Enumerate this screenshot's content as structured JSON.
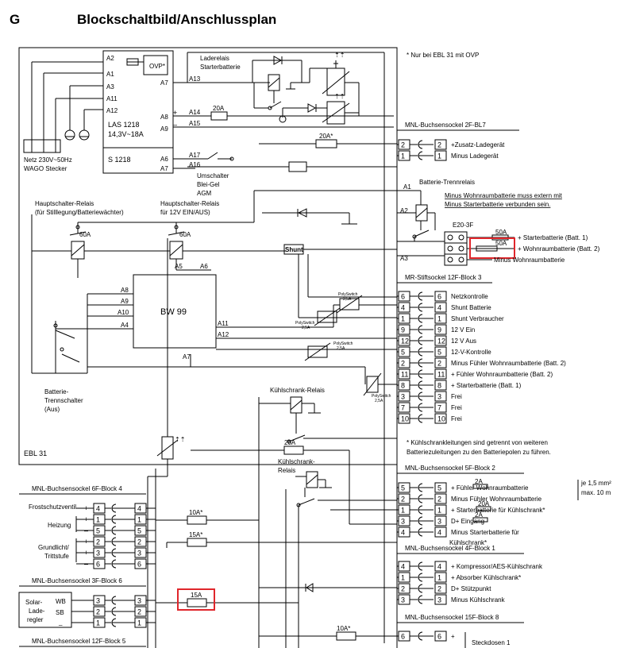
{
  "header": {
    "letter": "G",
    "title": "Blockschaltbild/Anschlussplan"
  },
  "notes": {
    "ebl_ovp": "* Nur bei EBL 31 mit OVP",
    "fridge1": "* Kühlschrankleitungen sind getrennt von weiteren",
    "fridge2": "Batteriezuleitungen zu den Batteriepolen zu führen.",
    "ext1": "Minus Wohnraumbatterie muss extern mit",
    "ext2": "Minus Starterbatterie verbunden sein.",
    "cable1": "je 1,5 mm²",
    "cable2": "max. 10 m"
  },
  "las": {
    "name": "LAS 1218",
    "spec": "14,3V~18A",
    "s1218": "S 1218",
    "ovp": "OVP*",
    "pins": [
      "A2",
      "A1",
      "A3",
      "A11",
      "A12",
      "A7",
      "A8",
      "A9",
      "A6",
      "A7"
    ]
  },
  "mains": {
    "line1": "Netz 230V~50Hz",
    "line2": "WAGO Stecker"
  },
  "ebl_pins": {
    "a13": "A13",
    "a14": "A14",
    "a15": "A15",
    "a17": "A17",
    "a16": "A16",
    "a5": "A5",
    "a6": "A6",
    "a8": "A8",
    "a9": "A9",
    "a10": "A10",
    "a4": "A4",
    "a11": "A11",
    "a12": "A12",
    "a7": "A7",
    "a1": "A1",
    "a2": "A2",
    "a3": "A3",
    "plus": "+",
    "minus": "–"
  },
  "labels": {
    "laderelais1": "Laderelais",
    "laderelais2": "Starterbatterie",
    "umschalter1": "Umschalter",
    "umschalter2": "Blei-Gel",
    "umschalter3": "AGM",
    "haupt1a": "Hauptschalter-Relais",
    "haupt1b": "(für Stilllegung/Batteriewächter)",
    "haupt2a": "Hauptschalter-Relais",
    "haupt2b": "für 12V EIN/AUS)",
    "bw99": "BW 99",
    "trenn1": "Batterie-",
    "trenn2": "Trennschalter",
    "trenn3": "(Aus)",
    "ebl31": "EBL 31",
    "batt_trenn": "Batterie-Trennrelais",
    "shunt": "Shunt",
    "kuehl_relais": "Kühlschrank-Relais",
    "kuehl2a": "Kühlschrank-",
    "kuehl2b": "Relais",
    "e20": "E20-3F",
    "solar1": "Solar-",
    "solar2": "Lade-",
    "solar3": "regler",
    "wb": "WB",
    "sb": "SB",
    "dash": "_",
    "frost": "Frostschutzventil",
    "heizung": "Heizung",
    "grund1": "Grundlicht/",
    "grund2": "Trittstufe"
  },
  "fuses": {
    "f20a": "20A",
    "f20a_star": "20A*",
    "f60a": "60A",
    "f50a": "50A",
    "f10a_star": "10A*",
    "f15a_star": "15A*",
    "f15a": "15A",
    "f2a": "2A",
    "f20a_k": "20A",
    "poly": "PolySwitch",
    "poly_val": "2,5A"
  },
  "e20_lines": [
    "+ Starterbatterie (Batt. 1)",
    "+ Wohnraumbatterie (Batt. 2)",
    "Minus Wohnraumbatterie"
  ],
  "sockets": {
    "bl7": {
      "title": "MNL-Buchsensockel 2F-BL7",
      "rows": [
        {
          "l": "2",
          "r": "2",
          "text": "+Zusatz-Ladegerät"
        },
        {
          "l": "1",
          "r": "1",
          "text": "Minus Ladegerät"
        }
      ]
    },
    "mr": {
      "title": "MR-Stiftsockel 12F-Block 3",
      "rows": [
        {
          "l": "6",
          "r": "6",
          "text": "Netzkontrolle"
        },
        {
          "l": "4",
          "r": "4",
          "text": "Shunt Batterie"
        },
        {
          "l": "1",
          "r": "1",
          "text": "Shunt Verbraucher"
        },
        {
          "l": "9",
          "r": "9",
          "text": "12 V Ein"
        },
        {
          "l": "12",
          "r": "12",
          "text": "12 V Aus"
        },
        {
          "l": "5",
          "r": "5",
          "text": "12-V-Kontrolle"
        },
        {
          "l": "2",
          "r": "2",
          "text": "Minus Fühler Wohnraumbatterie (Batt. 2)"
        },
        {
          "l": "11",
          "r": "11",
          "text": "+ Fühler Wohnraumbatterie (Batt. 2)"
        },
        {
          "l": "8",
          "r": "8",
          "text": "+ Starterbatterie (Batt. 1)"
        },
        {
          "l": "3",
          "r": "3",
          "text": "Frei"
        },
        {
          "l": "7",
          "r": "7",
          "text": "Frei"
        },
        {
          "l": "10",
          "r": "10",
          "text": "Frei"
        }
      ]
    },
    "b2": {
      "title": "MNL-Buchsensockel 5F-Block 2",
      "rows": [
        {
          "l": "5",
          "r": "5",
          "text": "+ Fühler Wohnraumbatterie"
        },
        {
          "l": "2",
          "r": "2",
          "text": "Minus Fühler Wohnraumbatterie"
        },
        {
          "l": "1",
          "r": "1",
          "text": "+ Starterbatterie für Kühlschrank*"
        },
        {
          "l": "3",
          "r": "3",
          "text": "D+ Eingang"
        },
        {
          "l": "4",
          "r": "4",
          "text": "Minus Starterbatterie für"
        }
      ],
      "extra": "Kühlschrank*"
    },
    "b1": {
      "title": "MNL-Buchsensockel 4F-Block 1",
      "rows": [
        {
          "l": "4",
          "r": "4",
          "text": "+ Kompressor/AES-Kühlschrank"
        },
        {
          "l": "1",
          "r": "1",
          "text": "+ Absorber Kühlschrank*"
        },
        {
          "l": "2",
          "r": "2",
          "text": "D+ Stützpunkt"
        },
        {
          "l": "3",
          "r": "3",
          "text": "Minus Kühlschrank"
        }
      ]
    },
    "b8": {
      "title": "MNL-Buchsensockel 15F-Block 8",
      "rows": [
        {
          "l": "6",
          "r": "6",
          "text": "+"
        }
      ],
      "extra": "Steckdosen 1"
    },
    "b4": {
      "title": "MNL-Buchsensockel 6F-Block 4",
      "rows": [
        {
          "l": "4",
          "r": "4",
          "sign": "+"
        },
        {
          "l": "1",
          "r": "1",
          "sign": "+"
        },
        {
          "l": "5",
          "r": "5",
          "sign": "–"
        },
        {
          "l": "2",
          "r": "2",
          "sign": "+"
        },
        {
          "l": "3",
          "r": "3",
          "sign": "+"
        },
        {
          "l": "6",
          "r": "6",
          "sign": "–"
        }
      ]
    },
    "b6": {
      "title": "MNL-Buchsensockel 3F-Block 6",
      "rows": [
        {
          "l": "3",
          "r": "3"
        },
        {
          "l": "2",
          "r": "2"
        },
        {
          "l": "1",
          "r": "1"
        }
      ]
    },
    "b5": {
      "title": "MNL-Buchsensockel 12F-Block 5"
    }
  },
  "highlight_color": "#e0262b"
}
